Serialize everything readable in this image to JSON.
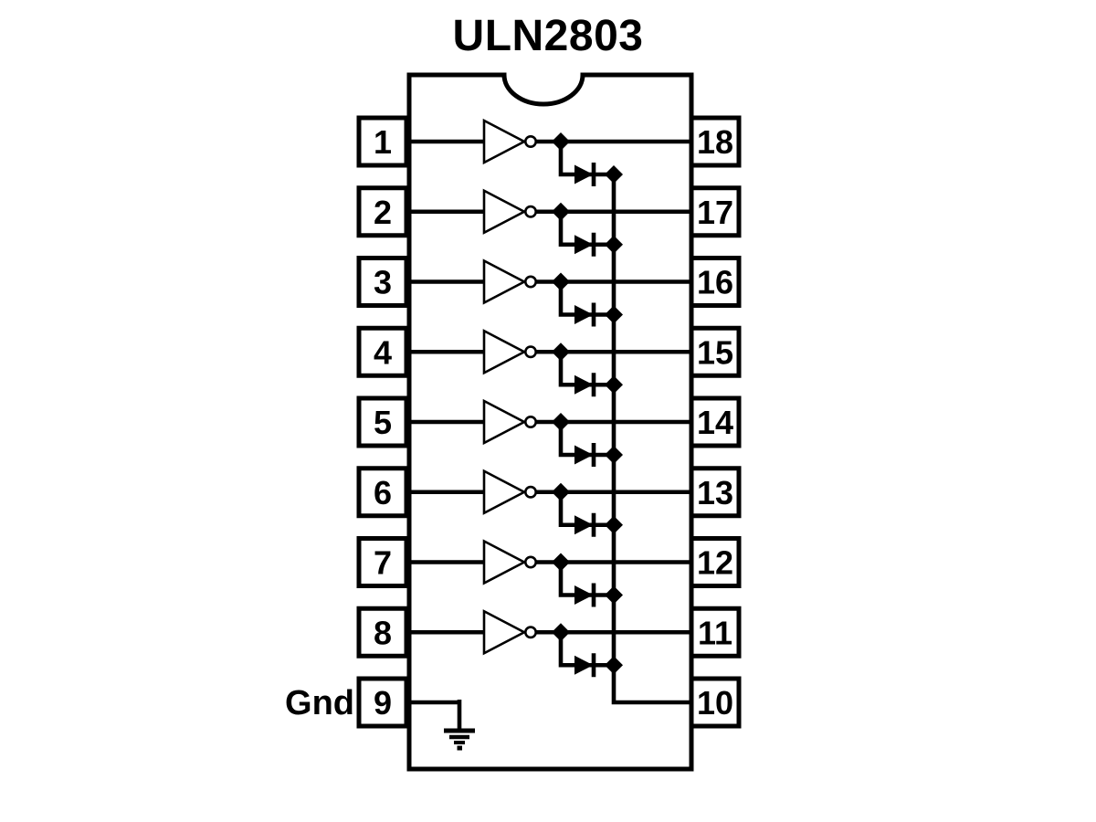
{
  "title": "ULN2803",
  "labels": {
    "ground": "Gnd"
  },
  "pins": {
    "left": [
      "1",
      "2",
      "3",
      "4",
      "5",
      "6",
      "7",
      "8",
      "9"
    ],
    "right": [
      "18",
      "17",
      "16",
      "15",
      "14",
      "13",
      "12",
      "11",
      "10"
    ]
  },
  "colors": {
    "line": "#000000",
    "background": "#ffffff"
  },
  "symbols": {
    "inverter": "buffer-triangle-with-inverting-bubble",
    "diode": "flyback-diode-anode-left-cathode-right",
    "junction": "filled-diamond-dot",
    "ground": "earth-ground"
  }
}
